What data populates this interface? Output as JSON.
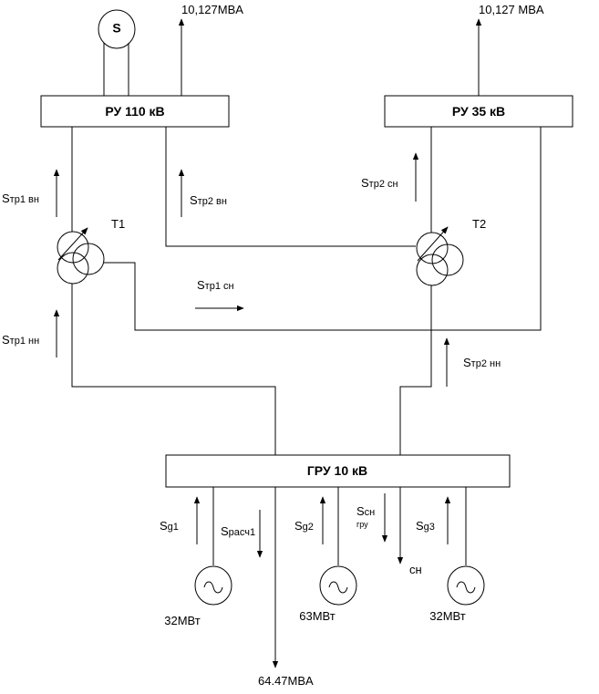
{
  "colors": {
    "line": "#000000",
    "background": "#ffffff"
  },
  "source": {
    "symbol": "S"
  },
  "buses": {
    "ru110": "РУ 110 кВ",
    "ru35": "РУ 35 кВ",
    "gru10": "ГРУ 10 кВ"
  },
  "outputs": {
    "ru110_out": "10,127MBA",
    "ru35_out": "10,127 MBA",
    "gru_out": "64.47MBA"
  },
  "transformers": {
    "t1": "T1",
    "t2": "T2"
  },
  "flows": {
    "stp1_vn": {
      "main": "S",
      "sub": "тр1 вн"
    },
    "stp2_vn": {
      "main": "S",
      "sub": "тр2 вн"
    },
    "stp1_sn": {
      "main": "S",
      "sub": "тр1 сн"
    },
    "stp2_sn": {
      "main": "S",
      "sub": "тр2 сн"
    },
    "stp1_nn": {
      "main": "S",
      "sub": "тр1 нн"
    },
    "stp2_nn": {
      "main": "S",
      "sub": "тр2 нн"
    }
  },
  "gru_flows": {
    "sg1": {
      "main": "S",
      "sub": "g1"
    },
    "sg2": {
      "main": "S",
      "sub": "g2"
    },
    "sg3": {
      "main": "S",
      "sub": "g3"
    },
    "srasch": {
      "main": "S",
      "sub": "расч1"
    },
    "ssn": {
      "main": "S",
      "sub": "сн",
      "sub2": "гру"
    },
    "sn_label": "сн"
  },
  "generators": {
    "g1": "32МВт",
    "g2": "63МВт",
    "g3": "32МВт"
  }
}
